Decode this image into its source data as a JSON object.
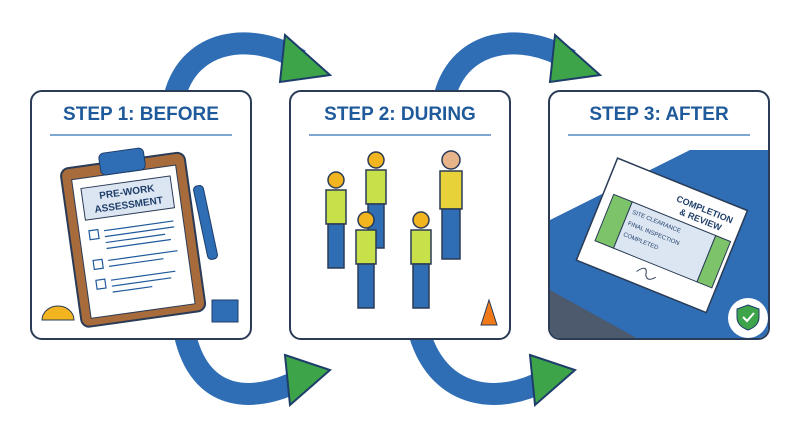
{
  "steps": [
    {
      "title": "STEP 1: BEFORE",
      "document_title": [
        "PRE-WORK",
        "ASSESSMENT"
      ]
    },
    {
      "title": "STEP 2: DURING"
    },
    {
      "title": "STEP 3: AFTER",
      "document_title": [
        "COMPLETION",
        "& REVIEW"
      ],
      "items": [
        "SITE CLEARANCE",
        "FINAL INSPECTION",
        "COMPLETED"
      ]
    }
  ],
  "colors": {
    "title": "#1f5a9a",
    "arrow_blue": "#2f6db5",
    "arrow_green": "#3ea44a",
    "border": "#2a3b55"
  }
}
